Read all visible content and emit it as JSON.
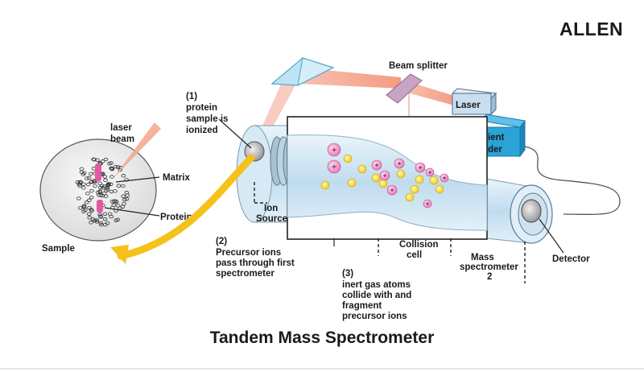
{
  "logo": "ALLEN",
  "title": "Tandem Mass Spectrometer",
  "labels": {
    "laser_beam": [
      "laser",
      "beam"
    ],
    "matrix": "Matrix",
    "protein": "Protein",
    "sample": "Sample",
    "step1": [
      "(1)",
      "protein",
      "sample is",
      "ionized"
    ],
    "beam_splitter": "Beam splitter",
    "laser": "Laser",
    "gradient_recorder_partial": [
      "ient",
      "der"
    ],
    "ion_source": [
      "Ion",
      "Source"
    ],
    "step2": [
      "(2)",
      "Precursor ions",
      "pass through first",
      "spectrometer"
    ],
    "collision_cell": [
      "Collision",
      "cell"
    ],
    "step3": [
      "(3)",
      "inert gas atoms",
      "collide with and",
      "fragment",
      "precursor ions"
    ],
    "mass_spectrometer_2": [
      "Mass",
      "spectrometer",
      "2"
    ],
    "detector": "Detector"
  },
  "colors": {
    "ion_pink": "#f08fc8",
    "gas_yellow": "#ffe24a",
    "tube_blue": "#cfe6f5",
    "beam_salmon": "#f6b19c",
    "arrow_yellow": "#f5c21b",
    "recorder_blue": "#2aa3d8"
  },
  "icons": [
    "prism-icon",
    "beam-splitter-icon",
    "laser-icon",
    "detector-icon",
    "curved-arrow-icon"
  ]
}
